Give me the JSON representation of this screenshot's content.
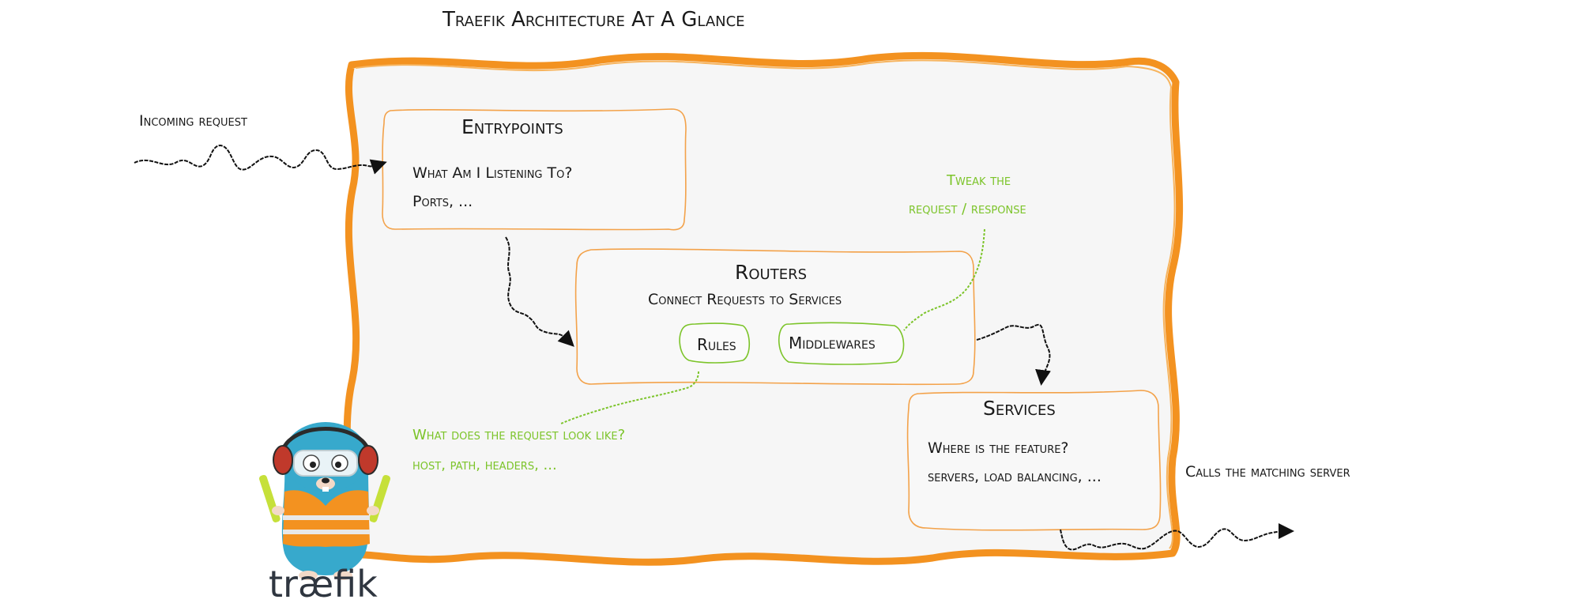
{
  "title": "Traefik Architecture At A Glance",
  "incoming": "Incoming request",
  "outgoing": "Calls the matching server",
  "entrypoints": {
    "title": "Entrypoints",
    "line1": "What Am I Listening To?",
    "line2": "Ports, ..."
  },
  "routers": {
    "title": "Routers",
    "subtitle": "Connect Requests to Services",
    "rules": "Rules",
    "middlewares": "Middlewares"
  },
  "services": {
    "title": "Services",
    "line1": "Where is the feature?",
    "line2": "servers, load balancing, ..."
  },
  "notes": {
    "tweak_line1": "Tweak the",
    "tweak_line2": "request / response",
    "rules_line1": "What does the request look like?",
    "rules_line2": "host, path, headers, ..."
  },
  "logo": {
    "text": "træfik"
  },
  "colors": {
    "frame_orange": "#f39220",
    "box_orange": "#f3a24a",
    "note_green": "#7cc42a",
    "gopher_blue": "#37a9cc",
    "panel_bg": "#f6f6f6"
  }
}
